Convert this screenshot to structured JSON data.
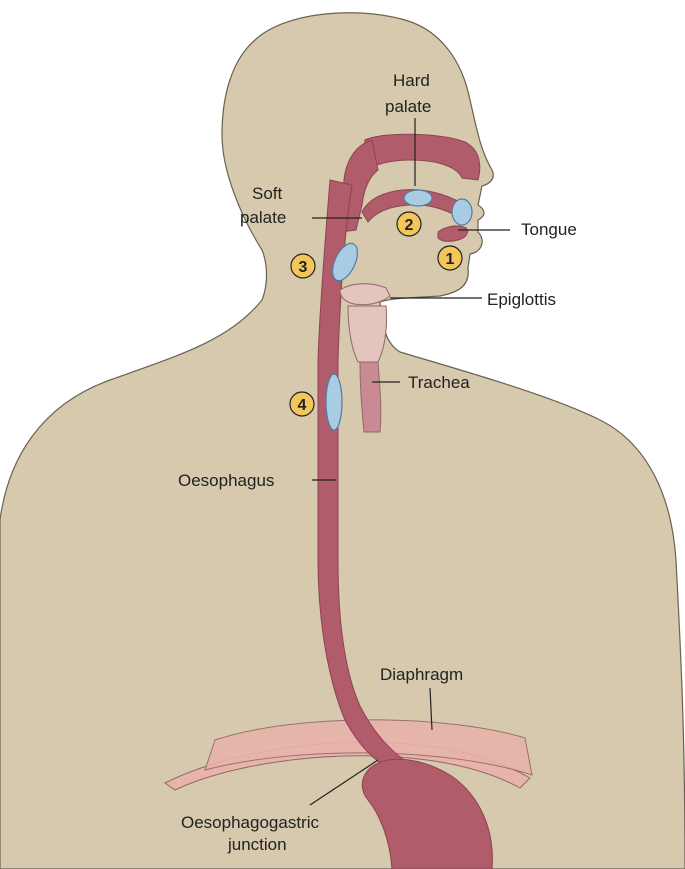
{
  "colors": {
    "body": "#d6c9ad",
    "body_edge": "#6a6150",
    "tract": "#b05c6a",
    "tract_dark": "#8e4352",
    "tract_light": "#c98a94",
    "bolus": "#a9cbe3",
    "bolus_edge": "#4f7d9e",
    "trachea": "#e4c4bf",
    "diaphragm": "#e7b3aa",
    "marker": "#f4c55a"
  },
  "labels": {
    "hard_palate": [
      "Hard",
      "palate"
    ],
    "soft_palate": [
      "Soft",
      "palate"
    ],
    "tongue": "Tongue",
    "epiglottis": "Epiglottis",
    "trachea": "Trachea",
    "oesophagus": "Oesophagus",
    "diaphragm": "Diaphragm",
    "oesophagogastric_junction": [
      "Oesophagogastric",
      "junction"
    ]
  },
  "markers": [
    "1",
    "2",
    "3",
    "4"
  ]
}
